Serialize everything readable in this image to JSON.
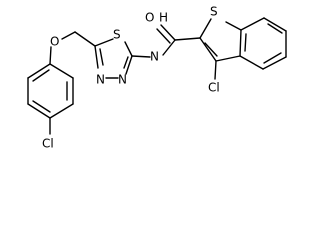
{
  "molecule": {
    "atom_labels": {
      "carbonyl_oxygen": "O",
      "thiophene_sulfur": "S",
      "thiadiazole_sulfur": "S",
      "amide_nitrogen": "N",
      "amide_hydrogen": "H",
      "ring_nitrogen_1": "N",
      "ring_nitrogen_2": "N",
      "ether_oxygen": "O",
      "benzothiophene_chlorine": "Cl",
      "phenyl_chlorine": "Cl"
    }
  }
}
